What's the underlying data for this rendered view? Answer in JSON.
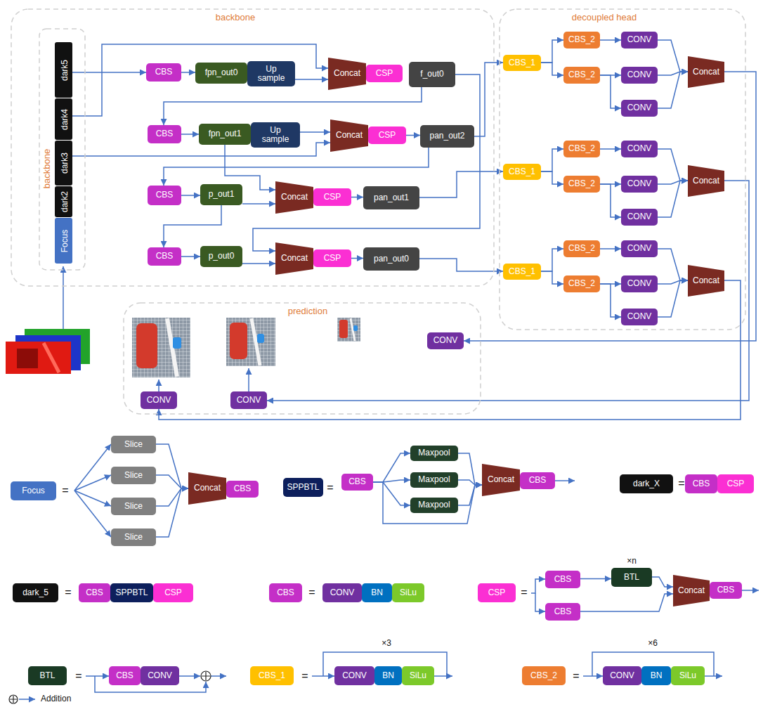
{
  "diagram": {
    "nodes": [
      {
        "text": [
          "backbone"
        ]
      },
      {
        "text": [
          "backbone"
        ],
        "in": 0
      },
      {
        "text": [
          "dark5"
        ],
        "in": 1
      },
      {
        "text": [
          "dark4"
        ],
        "in": 1
      },
      {
        "text": [
          "dark3"
        ],
        "in": 1
      },
      {
        "text": [
          "dark2"
        ],
        "in": 1
      },
      {
        "text": [
          "Focus"
        ],
        "in": 1
      },
      {
        "text": [
          "CBS"
        ],
        "in": 0
      },
      {
        "text": [
          "fpn_out0"
        ],
        "in": 0
      },
      {
        "text": [
          "Up sample"
        ],
        "in": 0
      },
      {
        "text": [
          "Concat"
        ],
        "in": 0
      },
      {
        "text": [
          "CSP"
        ],
        "in": 0
      },
      {
        "text": [
          "f_out0"
        ],
        "in": 0
      },
      {
        "text": [
          "CBS"
        ],
        "in": 0
      },
      {
        "text": [
          "fpn_out1"
        ],
        "in": 0
      },
      {
        "text": [
          "Up sample"
        ],
        "in": 0
      },
      {
        "text": [
          "Concat"
        ],
        "in": 0
      },
      {
        "text": [
          "CSP"
        ],
        "in": 0
      },
      {
        "text": [
          "pan_out2"
        ],
        "in": 0
      },
      {
        "text": [
          "CBS"
        ],
        "in": 0
      },
      {
        "text": [
          "p_out1"
        ],
        "in": 0
      },
      {
        "text": [
          "Concat"
        ],
        "in": 0
      },
      {
        "text": [
          "CSP"
        ],
        "in": 0
      },
      {
        "text": [
          "pan_out1"
        ],
        "in": 0
      },
      {
        "text": [
          "CBS"
        ],
        "in": 0
      },
      {
        "text": [
          "p_out0"
        ],
        "in": 0
      },
      {
        "text": [
          "Concat"
        ],
        "in": 0
      },
      {
        "text": [
          "CSP"
        ],
        "in": 0
      },
      {
        "text": [
          "pan_out0"
        ],
        "in": 0
      },
      {
        "text": [
          "decoupled head"
        ]
      },
      {
        "text": [
          "CBS_1"
        ],
        "in": 29
      },
      {
        "text": [
          "CBS_2"
        ],
        "in": 29
      },
      {
        "text": [
          "CBS_2"
        ],
        "in": 29
      },
      {
        "text": [
          "CONV"
        ],
        "in": 29
      },
      {
        "text": [
          "CONV"
        ],
        "in": 29
      },
      {
        "text": [
          "CONV"
        ],
        "in": 29
      },
      {
        "text": [
          "Concat"
        ],
        "in": 29
      },
      {
        "text": [
          "CBS_1"
        ],
        "in": 29
      },
      {
        "text": [
          "CBS_2"
        ],
        "in": 29
      },
      {
        "text": [
          "CBS_2"
        ],
        "in": 29
      },
      {
        "text": [
          "CONV"
        ],
        "in": 29
      },
      {
        "text": [
          "CONV"
        ],
        "in": 29
      },
      {
        "text": [
          "CONV"
        ],
        "in": 29
      },
      {
        "text": [
          "Concat"
        ],
        "in": 29
      },
      {
        "text": [
          "CBS_1"
        ],
        "in": 29
      },
      {
        "text": [
          "CBS_2"
        ],
        "in": 29
      },
      {
        "text": [
          "CBS_2"
        ],
        "in": 29
      },
      {
        "text": [
          "CONV"
        ],
        "in": 29
      },
      {
        "text": [
          "CONV"
        ],
        "in": 29
      },
      {
        "text": [
          "CONV"
        ],
        "in": 29
      },
      {
        "text": [
          "Concat"
        ],
        "in": 29
      },
      {
        "text": [
          "prediction"
        ]
      },
      {
        "text": [
          "CONV"
        ],
        "in": 51
      },
      {
        "text": [
          "CONV"
        ],
        "in": 51
      },
      {
        "text": [
          "CONV"
        ],
        "in": 51
      },
      {
        "text": [
          "Focus"
        ]
      },
      {
        "text": [
          "Slice"
        ]
      },
      {
        "text": [
          "Slice"
        ]
      },
      {
        "text": [
          "Slice"
        ]
      },
      {
        "text": [
          "Slice"
        ]
      },
      {
        "text": [
          "Concat"
        ]
      },
      {
        "text": [
          "CBS"
        ]
      },
      {
        "text": [
          "SPPBTL"
        ]
      },
      {
        "text": [
          "CBS"
        ]
      },
      {
        "text": [
          "Maxpool"
        ]
      },
      {
        "text": [
          "Maxpool"
        ]
      },
      {
        "text": [
          "Maxpool"
        ]
      },
      {
        "text": [
          "Concat"
        ]
      },
      {
        "text": [
          "CBS"
        ]
      },
      {
        "text": [
          "dark_X"
        ]
      },
      {
        "text": [
          "CBS"
        ]
      },
      {
        "text": [
          "CSP"
        ]
      },
      {
        "text": [
          "dark_5"
        ]
      },
      {
        "text": [
          "CBS"
        ]
      },
      {
        "text": [
          "SPPBTL"
        ]
      },
      {
        "text": [
          "CSP"
        ]
      },
      {
        "text": [
          "CBS"
        ]
      },
      {
        "text": [
          "CONV"
        ]
      },
      {
        "text": [
          "BN"
        ]
      },
      {
        "text": [
          "SiLu"
        ]
      },
      {
        "text": [
          "CSP"
        ]
      },
      {
        "text": [
          "CBS"
        ]
      },
      {
        "text": [
          "BTL"
        ]
      },
      {
        "text": [
          "CBS"
        ]
      },
      {
        "text": [
          "Concat"
        ]
      },
      {
        "text": [
          "CBS"
        ]
      },
      {
        "text": [
          "BTL"
        ]
      },
      {
        "text": [
          "CBS"
        ]
      },
      {
        "text": [
          "CONV"
        ]
      },
      {
        "text": [
          "CBS_1"
        ]
      },
      {
        "text": [
          "CONV"
        ]
      },
      {
        "text": [
          "BN"
        ]
      },
      {
        "text": [
          "SiLu"
        ]
      },
      {
        "text": [
          "CBS_2"
        ]
      },
      {
        "text": [
          "CONV"
        ]
      },
      {
        "text": [
          "BN"
        ]
      },
      {
        "text": [
          "SiLu"
        ]
      }
    ],
    "edges": [
      {
        "from": 2,
        "to": 7,
        "arrow": "to"
      },
      {
        "from": 7,
        "to": 8,
        "arrow": "to"
      },
      {
        "from": 9,
        "to": 10,
        "arrow": "to"
      },
      {
        "from": 3,
        "to": 10,
        "arrow": "to"
      },
      {
        "from": 12,
        "to": 13,
        "arrow": "to"
      },
      {
        "from": 13,
        "to": 14,
        "arrow": "to"
      },
      {
        "from": 15,
        "to": 16,
        "arrow": "to"
      },
      {
        "from": 4,
        "to": 16,
        "arrow": "to"
      },
      {
        "from": 17,
        "to": 18,
        "arrow": "to"
      },
      {
        "from": 12,
        "to": 26,
        "arrow": "to"
      },
      {
        "from": 18,
        "to": 30,
        "arrow": "to"
      },
      {
        "from": 18,
        "to": 19,
        "arrow": "to"
      },
      {
        "from": 14,
        "to": 21,
        "arrow": "to"
      },
      {
        "from": 19,
        "to": 20,
        "arrow": "to"
      },
      {
        "from": 20,
        "to": 21,
        "arrow": "to"
      },
      {
        "from": 20,
        "to": 24,
        "arrow": "to"
      },
      {
        "from": 22,
        "to": 23,
        "arrow": "to"
      },
      {
        "from": 23,
        "to": 37,
        "arrow": "to"
      },
      {
        "from": 24,
        "to": 25,
        "arrow": "to"
      },
      {
        "from": 25,
        "to": 26,
        "arrow": "to"
      },
      {
        "from": 27,
        "to": 28,
        "arrow": "to"
      },
      {
        "from": 28,
        "to": 44,
        "arrow": "to"
      },
      {
        "from": 30,
        "to": 31,
        "arrow": "to"
      },
      {
        "from": 30,
        "to": 32,
        "arrow": "to"
      },
      {
        "from": 31,
        "to": 33,
        "arrow": "to"
      },
      {
        "from": 32,
        "to": 34,
        "arrow": "to"
      },
      {
        "from": 32,
        "to": 35,
        "arrow": "to"
      },
      {
        "from": 33,
        "to": 36,
        "arrow": "to"
      },
      {
        "from": 34,
        "to": 36,
        "arrow": "to"
      },
      {
        "from": 35,
        "to": 36,
        "arrow": "to"
      },
      {
        "from": 37,
        "to": 38,
        "arrow": "to"
      },
      {
        "from": 37,
        "to": 39,
        "arrow": "to"
      },
      {
        "from": 38,
        "to": 40,
        "arrow": "to"
      },
      {
        "from": 39,
        "to": 41,
        "arrow": "to"
      },
      {
        "from": 39,
        "to": 42,
        "arrow": "to"
      },
      {
        "from": 40,
        "to": 43,
        "arrow": "to"
      },
      {
        "from": 41,
        "to": 43,
        "arrow": "to"
      },
      {
        "from": 42,
        "to": 43,
        "arrow": "to"
      },
      {
        "from": 44,
        "to": 45,
        "arrow": "to"
      },
      {
        "from": 44,
        "to": 46,
        "arrow": "to"
      },
      {
        "from": 45,
        "to": 47,
        "arrow": "to"
      },
      {
        "from": 46,
        "to": 48,
        "arrow": "to"
      },
      {
        "from": 46,
        "to": 49,
        "arrow": "to"
      },
      {
        "from": 47,
        "to": 50,
        "arrow": "to"
      },
      {
        "from": 48,
        "to": 50,
        "arrow": "to"
      },
      {
        "from": 49,
        "to": 50,
        "arrow": "to"
      },
      {
        "from": 36,
        "to": 52,
        "arrow": "to"
      },
      {
        "from": 43,
        "to": 54,
        "arrow": "to"
      },
      {
        "from": 50,
        "to": 53,
        "arrow": "to"
      },
      {
        "from": 56,
        "to": 60,
        "arrow": "to"
      },
      {
        "from": 57,
        "to": 60,
        "arrow": "to"
      },
      {
        "from": 58,
        "to": 60,
        "arrow": "to"
      },
      {
        "from": 59,
        "to": 60,
        "arrow": "to"
      },
      {
        "from": 63,
        "to": 64,
        "arrow": "to"
      },
      {
        "from": 63,
        "to": 65,
        "arrow": "to"
      },
      {
        "from": 63,
        "to": 66,
        "arrow": "to"
      },
      {
        "from": 63,
        "to": 67,
        "arrow": "to"
      },
      {
        "from": 64,
        "to": 67,
        "arrow": "to"
      },
      {
        "from": 65,
        "to": 67,
        "arrow": "to"
      },
      {
        "from": 66,
        "to": 67,
        "arrow": "to"
      },
      {
        "from": 81,
        "to": 82,
        "arrow": "to"
      },
      {
        "from": 82,
        "to": 84,
        "arrow": "to"
      },
      {
        "from": 83,
        "to": 84,
        "arrow": "to"
      }
    ],
    "labels": [
      "=",
      "=",
      "=",
      "×n",
      "=",
      "=",
      "=",
      "×3",
      "×6",
      "=",
      "=",
      "="
    ],
    "legend": [
      {
        "text": "Addition"
      }
    ]
  }
}
